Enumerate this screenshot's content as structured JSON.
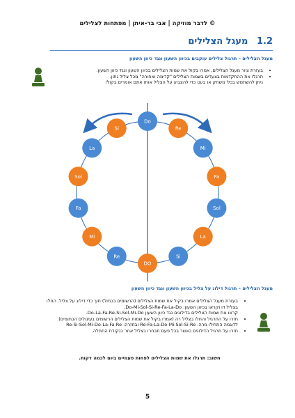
{
  "header": "© לדבר מוזיקה | אבי בר-איתן | מפתחות לצלילים",
  "section": {
    "number": "1.2",
    "title": "מעגל הצלילים"
  },
  "part1": {
    "subtitle": "מעגל הצלילים – תרגול צלילים עוקבים בכיוון השעון ונגד כיוון השעון",
    "bullets": [
      "בעזרת ציור מעגל הצלילים, אמרו בקול את שמות הצלילים בכיוון השעון ונגד כיוון השעון.",
      "תרגלו את ההתקדמות בצעדים בשמות הצלילים \"קדימה ואחורה\" מכל צליל נתון."
    ],
    "extra": "ניתן להשתמש בכלי משחק או בעט כדי להצביע על הצליל אותו אתם אומרים בקול!"
  },
  "circle": {
    "nodes": [
      {
        "label": "Do",
        "color": "#4a8ad4"
      },
      {
        "label": "Re",
        "color": "#ef7f22"
      },
      {
        "label": "Mi",
        "color": "#4a8ad4"
      },
      {
        "label": "Fa",
        "color": "#ef7f22"
      },
      {
        "label": "Sol",
        "color": "#4a8ad4"
      },
      {
        "label": "La",
        "color": "#ef7f22"
      },
      {
        "label": "Si",
        "color": "#4a8ad4"
      },
      {
        "label": "DO",
        "color": "#ef7f22"
      },
      {
        "label": "Re",
        "color": "#4a8ad4"
      },
      {
        "label": "Mi",
        "color": "#ef7f22"
      },
      {
        "label": "Fa",
        "color": "#4a8ad4"
      },
      {
        "label": "Sol",
        "color": "#ef7f22"
      },
      {
        "label": "La",
        "color": "#4a8ad4"
      },
      {
        "label": "Si",
        "color": "#ef7f22"
      }
    ]
  },
  "part2": {
    "subtitle": "מעגל הצלילים – תרגול דילוג על צליל בכיוון השעון ונגד כיוון השעון",
    "bullets": [
      "בעזרת מעגל הצלילים אמרו בקול את שמות הצלילים (הרשומים בכחול) תוך כדי דילוג על צליל. החלו בצליל דו וקראו בכיוון השעון: Do-Mi-Sol-Si-Re-Fa-La-Do,",
      "קראו את שמות הצלילים בדילוגים נגד כיוון השעון Do-La-Fa-Re-Si-Sol-Mi-Do.",
      "חזרו על התרגיל והחלו בצליל רה (אמרו בקול את שמות הצלילים הרשומים בעיגולים הכתומים).",
      "לדוגמה התחילו מרה: Re-Fa-La-Do-Mi-Sol-Si-Re ובחזרה: Re-Si-Sol-Mi-Do-La-Fa-Re",
      "חזרו על תרגיל הדילוגים כאשר בכל פעם תבחרו בצליל אחר כנקודת התחלה."
    ]
  },
  "note": "חשוב: תרגלו את שמות הצלילים לפחות פעמיים ביום לכמה דקות.",
  "page_number": "5",
  "colors": {
    "blue": "#4a8ad4",
    "orange": "#ef7f22",
    "heading": "#1f5ea8",
    "arrow": "#2f6cb8",
    "pawn": "#3d6b24"
  }
}
